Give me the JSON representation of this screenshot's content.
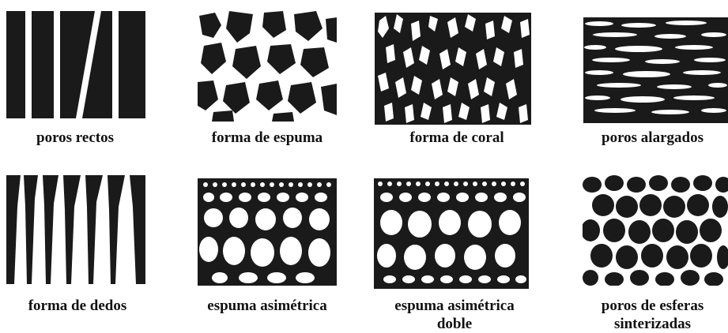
{
  "figure": {
    "panels": [
      {
        "key": "rectos",
        "caption": "poros rectos"
      },
      {
        "key": "espuma",
        "caption": "forma de espuma"
      },
      {
        "key": "coral",
        "caption": "forma de coral"
      },
      {
        "key": "alargados",
        "caption": "poros alargados"
      },
      {
        "key": "dedos",
        "caption": "forma de dedos"
      },
      {
        "key": "asim",
        "caption": "espuma asimétrica"
      },
      {
        "key": "asimdoble",
        "caption": "espuma asimétrica\ndoble"
      },
      {
        "key": "esferas",
        "caption": "poros de esferas\nsinterizadas"
      }
    ]
  },
  "colors": {
    "ink": "#1a1a1a",
    "paper": "#ffffff"
  }
}
